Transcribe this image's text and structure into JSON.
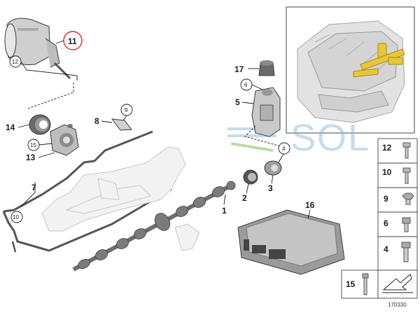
{
  "callouts": {
    "c1": "1",
    "c2": "2",
    "c3": "3",
    "c4": "4",
    "c5": "5",
    "c6": "6",
    "c7": "7",
    "c8": "8",
    "c9": "9",
    "c10": "10",
    "c11": "11",
    "c12": "12",
    "c13": "13",
    "c14": "14",
    "c15": "15",
    "c16": "16",
    "c17": "17"
  },
  "legend": {
    "items": [
      {
        "label": "12",
        "kind": "bolt-long"
      },
      {
        "label": "10",
        "kind": "bolt-medium"
      },
      {
        "label": "9",
        "kind": "hex-bolt"
      },
      {
        "label": "6",
        "kind": "socket-bolt"
      },
      {
        "label": "4",
        "kind": "flange-bolt"
      },
      {
        "label": "15",
        "kind": "long-pin"
      }
    ]
  },
  "watermark": "SOL",
  "reference_number": "170330",
  "colors": {
    "highlight": "#e8c638",
    "callout_ring": "#d9262a",
    "watermark": "#7fb6d6"
  }
}
